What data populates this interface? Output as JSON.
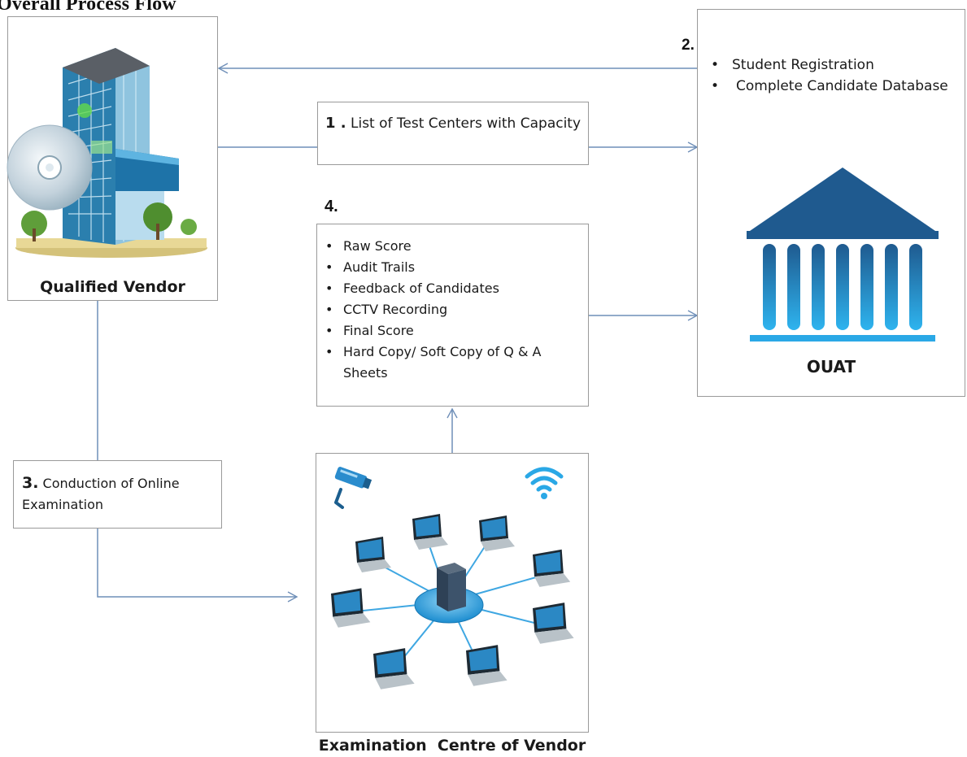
{
  "title": "Overall Process Flow",
  "vendor": {
    "label": "Qualified Vendor"
  },
  "ouat": {
    "number": "2.",
    "items": [
      "Student Registration",
      "Complete Candidate Database"
    ],
    "label": "OUAT"
  },
  "step1": {
    "number": "1 .",
    "text": "List of Test Centers with Capacity"
  },
  "step3": {
    "number": "3.",
    "text": "Conduction of Online Examination"
  },
  "step4": {
    "number": "4.",
    "items": [
      "Raw Score",
      "Audit Trails",
      "Feedback of Candidates",
      "CCTV Recording",
      "Final Score",
      "Hard Copy/ Soft Copy of Q & A Sheets"
    ]
  },
  "exam_centre": {
    "label": "Examination  Centre of Vendor"
  },
  "colors": {
    "connector": "#6f8fb8",
    "building_glass": "#2d8fbe",
    "ouat_dark": "#1f5a8f",
    "ouat_light": "#29a6e0"
  },
  "icons": [
    "building-icon",
    "cd-icon",
    "bank-building-icon",
    "cctv-camera-icon",
    "wifi-icon",
    "network-laptops-icon",
    "server-icon"
  ]
}
